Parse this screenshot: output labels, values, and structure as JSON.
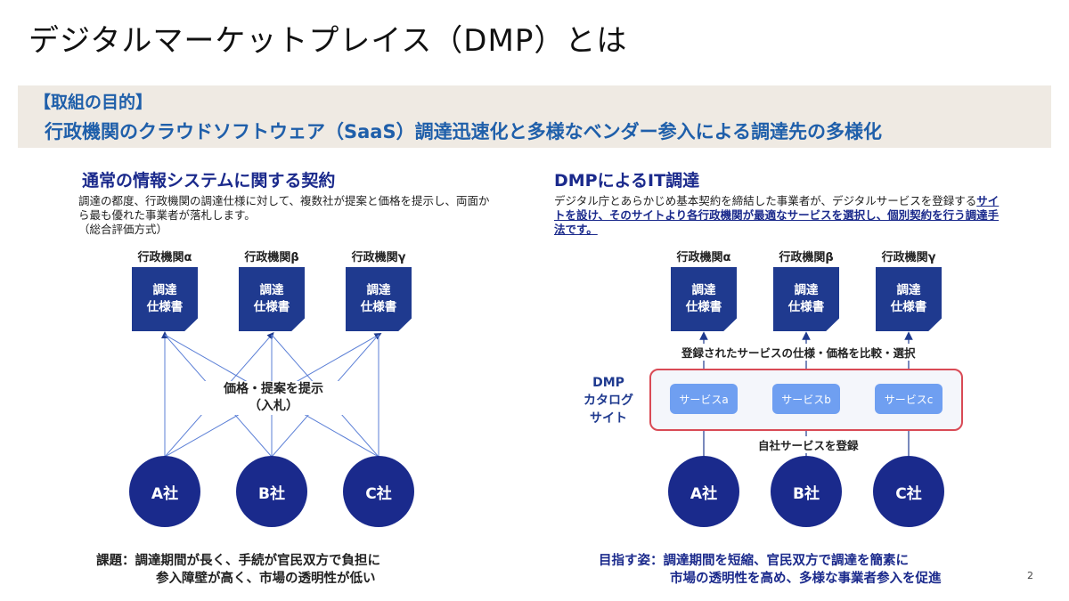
{
  "title": "デジタルマーケットプレイス（DMP）とは",
  "purpose": {
    "heading": "【取組の目的】",
    "text": "行政機関のクラウドソフトウェア（SaaS）調達迅速化と多様なベンダー参入による調達先の多様化"
  },
  "left": {
    "title": "通常の情報システムに関する契約",
    "desc": "調達の都度、行政機関の調達仕様に対して、複数社が提案と価格を提示し、両面から最も優れた事業者が落札します。",
    "desc_note": "（総合評価方式）",
    "agencies": [
      "行政機関α",
      "行政機関β",
      "行政機関γ"
    ],
    "doc_label": "調達\n仕様書",
    "mid_label": "価格・提案を提示\n（入札）",
    "companies": [
      "A社",
      "B社",
      "C社"
    ],
    "issue_line1": "課題：調達期間が長く、手続が官民双方で負担に",
    "issue_line2": "参入障壁が高く、市場の透明性が低い"
  },
  "right": {
    "title": "DMPによるIT調達",
    "desc_a": "デジタル庁とあらかじめ基本契約を締結した事業者が、デジタルサービスを登録する",
    "desc_b": "サイトを設け、そのサイトより各行政機関が最適なサービスを選択し、個別契約を行う調達手法です。",
    "agencies": [
      "行政機関α",
      "行政機関β",
      "行政機関γ"
    ],
    "doc_label": "調達\n仕様書",
    "compare_label": "登録されたサービスの仕様・価格を比較・選択",
    "dmp_label": "DMP\nカタログ\nサイト",
    "services": [
      "サービスa",
      "サービスb",
      "サービスc"
    ],
    "register_label": "自社サービスを登録",
    "companies": [
      "A社",
      "B社",
      "C社"
    ],
    "goal_line1": "目指す姿：調達期間を短縮、官民双方で調達を簡素に",
    "goal_line2": "市場の透明性を高め、多様な事業者参入を促進"
  },
  "page_number": "2",
  "colors": {
    "navy": "#1a2a8c",
    "doc": "#1f3a8f",
    "service": "#6f9ff1",
    "catalog_border": "#d94a55",
    "band": "#efeae3",
    "accent_text": "#1f5faa"
  }
}
